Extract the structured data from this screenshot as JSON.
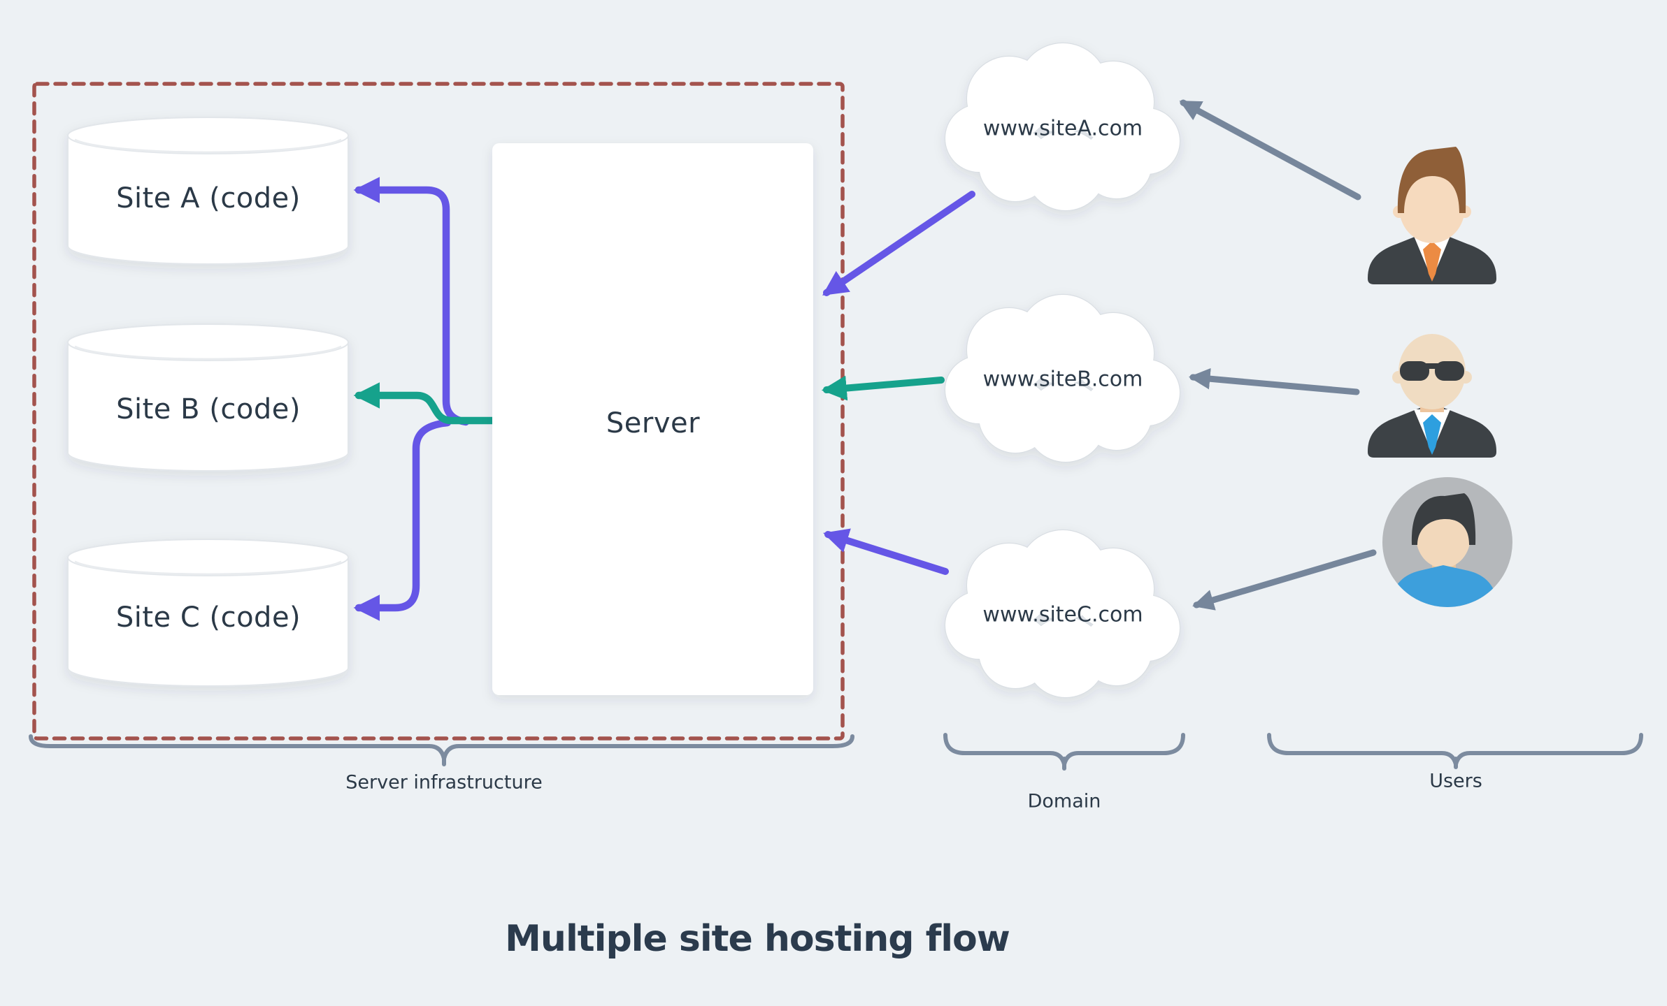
{
  "title": "Multiple site hosting flow",
  "infrastructure": {
    "label": "Server infrastructure",
    "server": "Server",
    "sites": [
      {
        "label": "Site A (code)"
      },
      {
        "label": "Site B (code)"
      },
      {
        "label": "Site C (code)"
      }
    ]
  },
  "domain": {
    "label": "Domain",
    "clouds": [
      {
        "url": "www.siteA.com"
      },
      {
        "url": "www.siteB.com"
      },
      {
        "url": "www.siteC.com"
      }
    ]
  },
  "users": {
    "label": "Users",
    "avatars": [
      {
        "icon": "businessman-avatar-icon"
      },
      {
        "icon": "agent-sunglasses-avatar-icon"
      },
      {
        "icon": "casual-user-avatar-icon"
      }
    ]
  },
  "colors": {
    "background": "#edf1f4",
    "purple_arrow": "#6556e6",
    "teal_arrow": "#16a28c",
    "gray_arrow": "#76869b",
    "brace": "#7c8b9f",
    "dashed_border": "#a3534d",
    "text": "#2b3947",
    "shape_fill": "#ffffff"
  }
}
